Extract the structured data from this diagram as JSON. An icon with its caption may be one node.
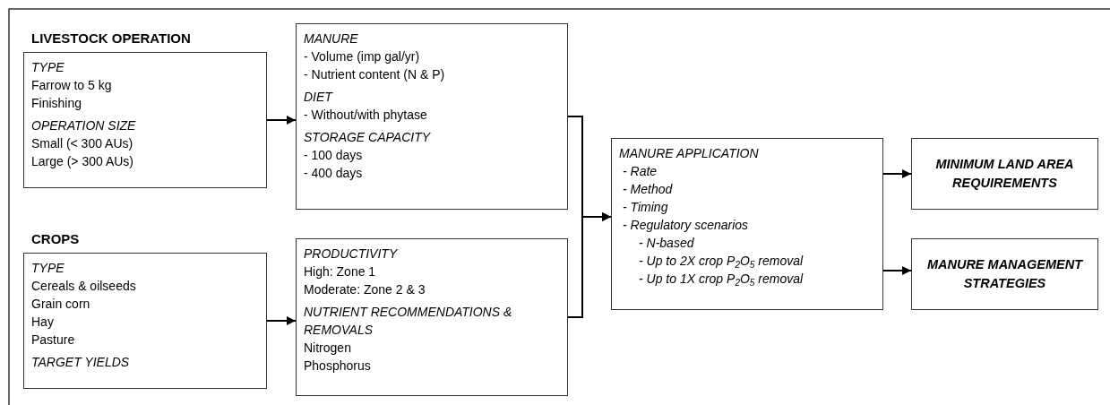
{
  "diagram": {
    "nodes": [
      {
        "text": [
          "LIVESTOCK OPERATION",
          "TYPE",
          "Farrow to 5 kg",
          "Finishing",
          "OPERATION SIZE",
          "Small (< 300 AUs)",
          "Large (> 300 AUs)"
        ]
      },
      {
        "text": [
          "MANURE",
          "- Volume (imp gal/yr)",
          "- Nutrient content (N & P)",
          "DIET",
          "- Without/with phytase",
          "STORAGE CAPACITY",
          "- 100 days",
          "- 400 days"
        ]
      },
      {
        "text": [
          "CROPS",
          "TYPE",
          "Cereals & oilseeds",
          "Grain corn",
          "Hay",
          "Pasture",
          "TARGET YIELDS"
        ]
      },
      {
        "text": [
          "PRODUCTIVITY",
          "High: Zone 1",
          "Moderate: Zone 2 & 3",
          "NUTRIENT RECOMMENDATIONS & REMOVALS",
          "Nitrogen",
          "Phosphorus"
        ]
      },
      {
        "text": [
          "MANURE APPLICATION",
          "- Rate",
          "- Method",
          "- Timing",
          "- Regulatory scenarios",
          "- N-based",
          "- Up to 2X crop P$_{2}$O$_{5}$ removal",
          "- Up to 1X crop P$_{2}$O$_{5}$ removal"
        ]
      },
      {
        "text": [
          "MINIMUM LAND AREA REQUIREMENTS"
        ]
      },
      {
        "text": [
          "MANURE MANAGEMENT STRATEGIES"
        ]
      }
    ],
    "edges": [
      {
        "from": 0,
        "to": 1,
        "arrow": "to"
      },
      {
        "from": 2,
        "to": 3,
        "arrow": "to"
      },
      {
        "from": 1,
        "to": 4,
        "arrow": "to"
      },
      {
        "from": 3,
        "to": 4,
        "arrow": "to"
      },
      {
        "from": 4,
        "to": 5,
        "arrow": "to"
      },
      {
        "from": 4,
        "to": 6,
        "arrow": "to"
      }
    ]
  }
}
